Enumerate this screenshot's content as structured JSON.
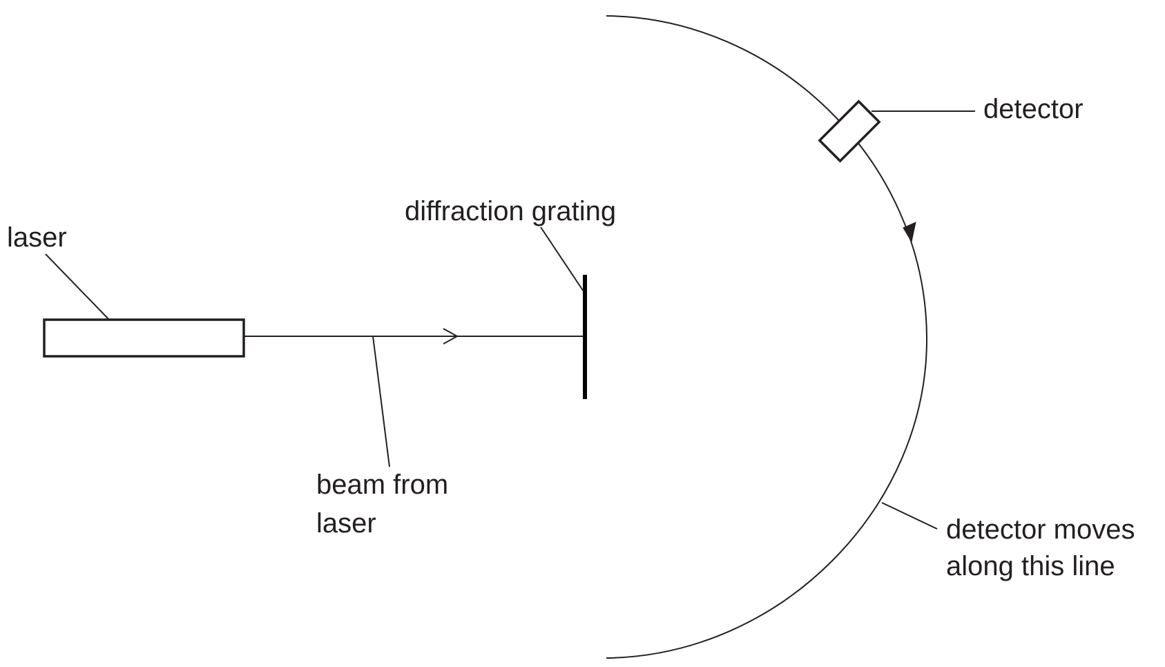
{
  "labels": {
    "laser": "laser",
    "grating": "diffraction grating",
    "beam_line1": "beam from",
    "beam_line2": "laser",
    "detector": "detector",
    "path_line1": "detector moves",
    "path_line2": "along this line"
  },
  "colors": {
    "line": "#231f20",
    "grating": "#000000",
    "background": "#ffffff"
  }
}
